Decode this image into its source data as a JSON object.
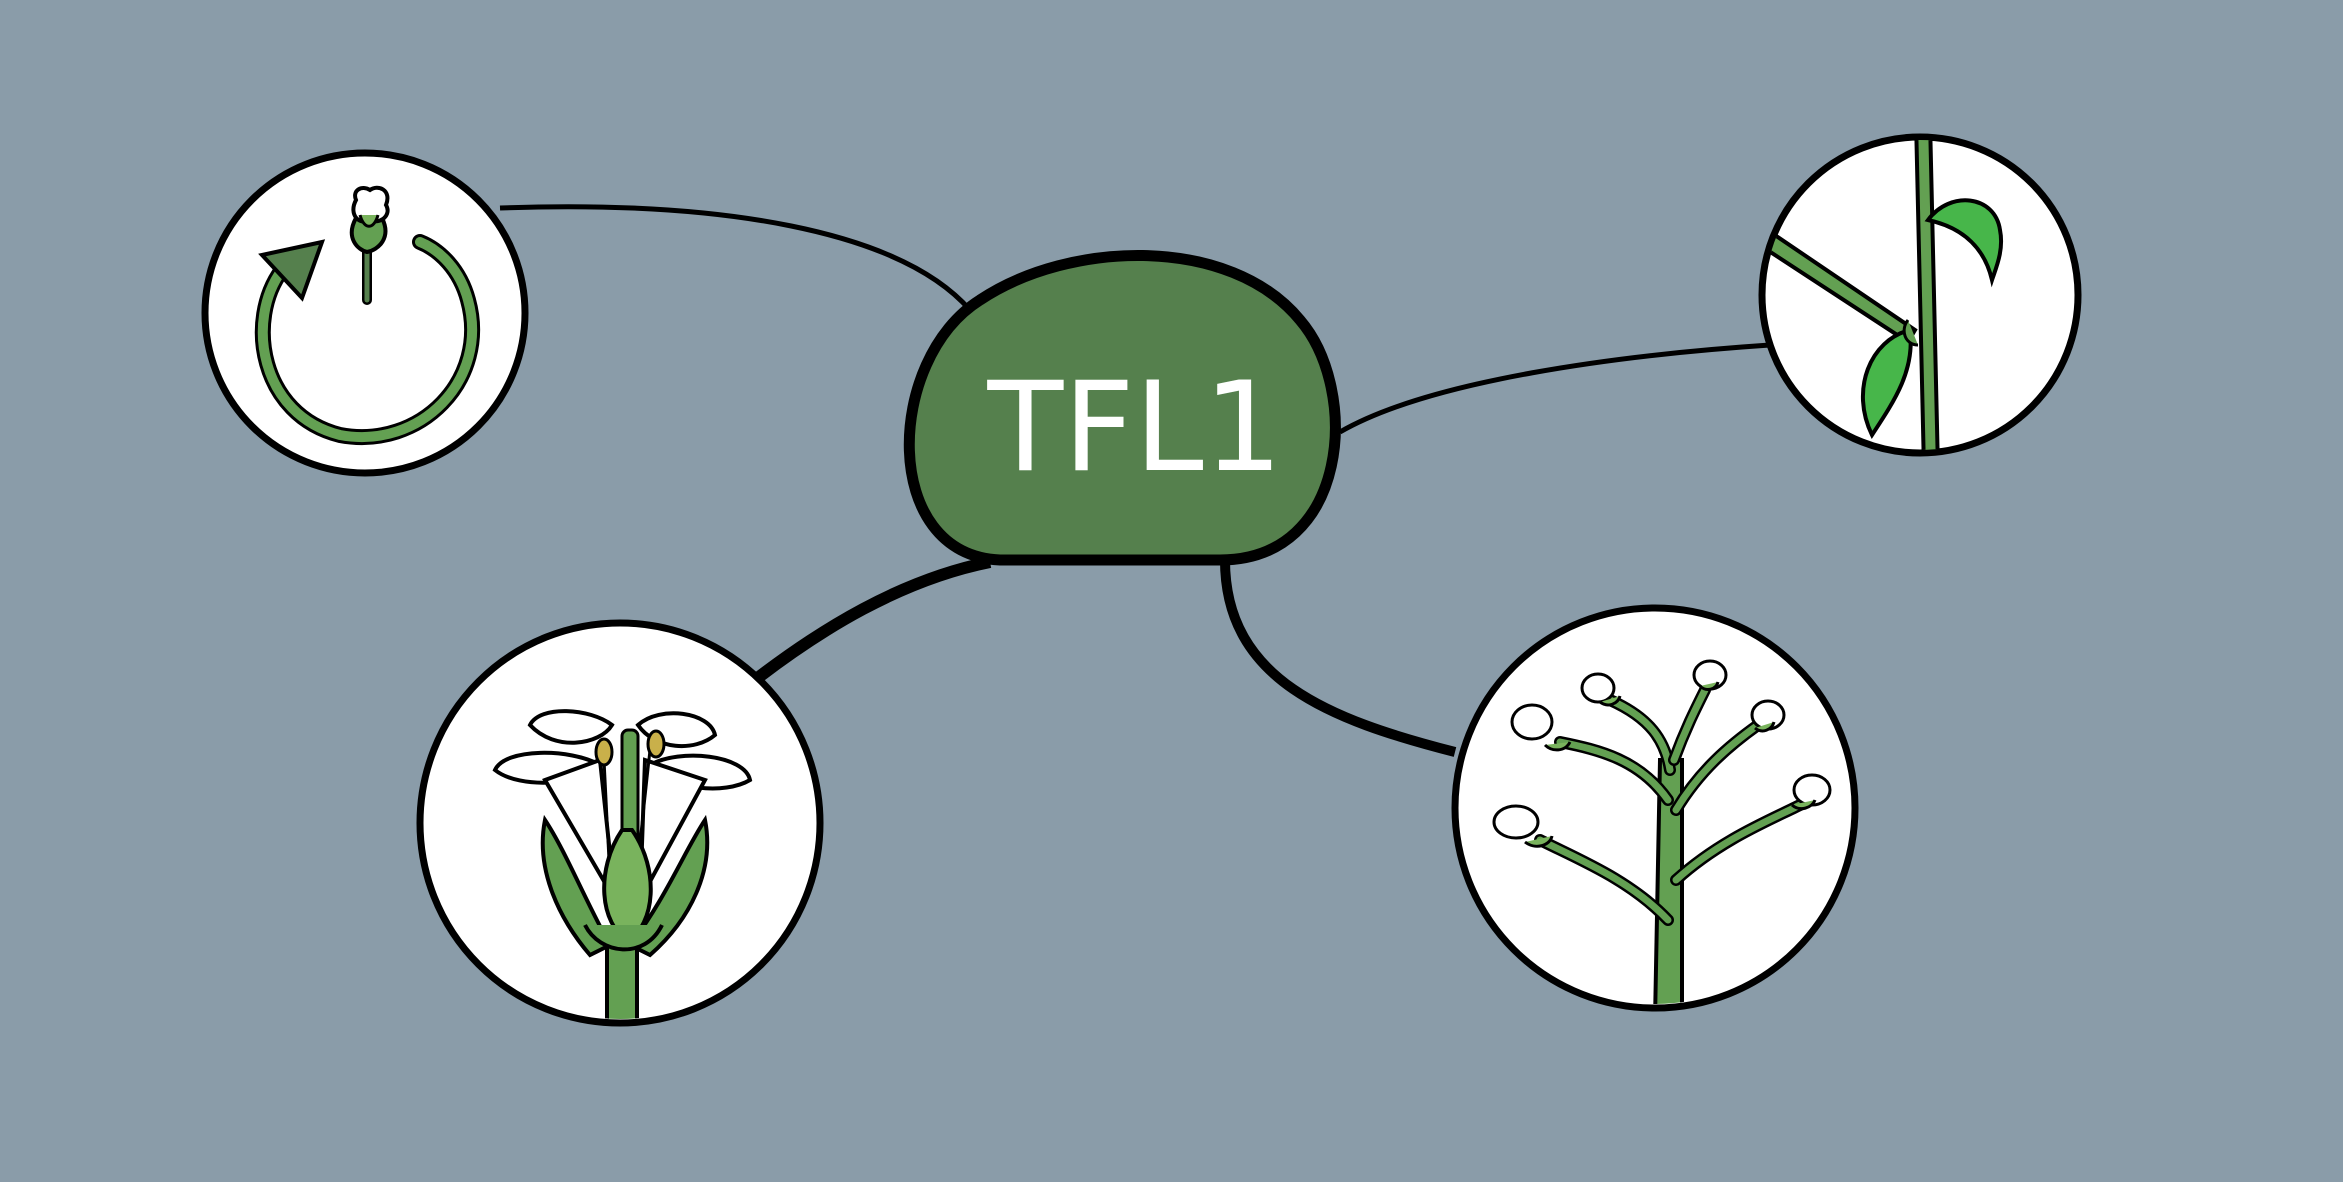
{
  "diagram": {
    "center_label": "TFL1",
    "colors": {
      "background": "#8a9ca9",
      "hub_fill": "#55804d",
      "outline": "#000000",
      "leaf_green": "#63a052",
      "light_green": "#79b35d",
      "bright_leaf": "#47b64a",
      "circle_fill": "#ffffff"
    },
    "nodes": [
      {
        "name": "flowering-time-cycle",
        "icon": "circular-arrow-with-flower-bud"
      },
      {
        "name": "stem-axillary-branch",
        "icon": "stem-with-branch-and-leaves"
      },
      {
        "name": "flower",
        "icon": "open-flower-with-stamens"
      },
      {
        "name": "inflorescence",
        "icon": "branched-inflorescence-with-buds"
      }
    ]
  }
}
